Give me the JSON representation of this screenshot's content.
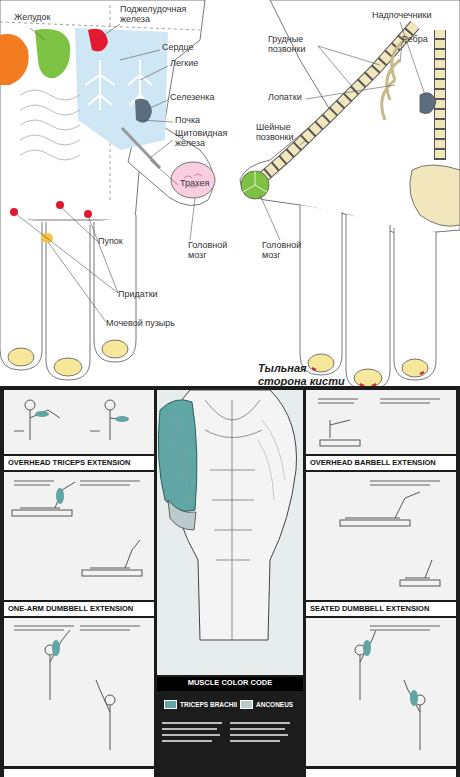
{
  "diagram": {
    "labels": [
      "Желудок",
      "Поджелудочная железа",
      "Сердце",
      "Легкие",
      "Селезенка",
      "Почка",
      "Щитовидная железа",
      "Трахея",
      "Головной мозг",
      "Пупок",
      "Придатки",
      "Мочевой пузырь",
      "Надпочечники",
      "Ребра",
      "Грудные позвонки",
      "Лопатки",
      "Шейные позвонки",
      "Головной мозг",
      "Тыльная сторона кисти",
      "OVERHEAD TRICEPS EXTENSION",
      "OVERHEAD BARBELL EXTENSION",
      "ONE-ARM DUMBBELL EXTENSION",
      "SEATED DUMBBELL EXTENSION",
      "MUSCLE COLOR CODE"
    ],
    "legend": [
      {
        "text": "TRICEPS BRACHII",
        "color": "#5fa6a5"
      },
      {
        "text": "ANCONEUS",
        "color": "#b9cccb"
      }
    ]
  }
}
